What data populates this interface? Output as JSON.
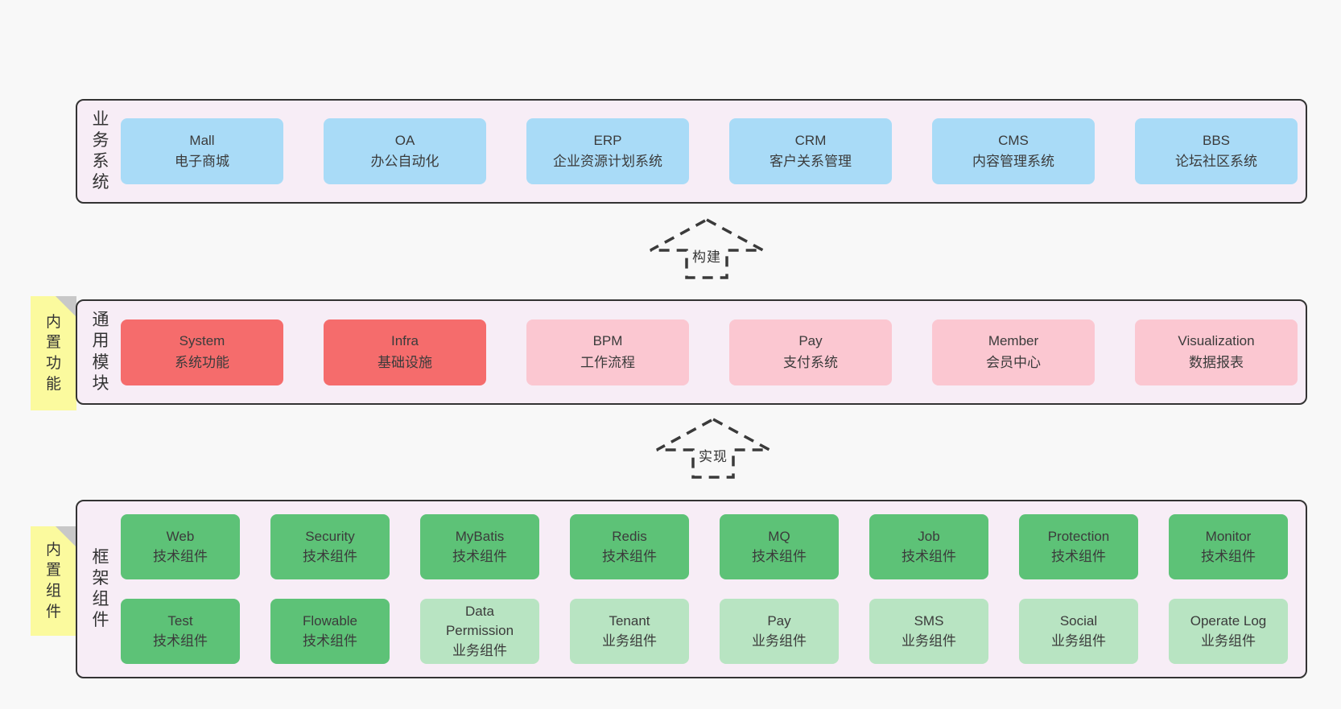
{
  "colors": {
    "page_bg": "#f8f8f8",
    "panel_bg": "#f7edf6",
    "panel_border": "#333333",
    "text_dark": "#3b3b3b",
    "box_blue": "#a9dbf7",
    "box_red": "#f56c6c",
    "box_pink": "#fbc7d1",
    "box_green_dark": "#5dc277",
    "box_green_light": "#b8e4c2",
    "tab_yellow": "#fbfa9e",
    "fold_gray": "#c8c8c8"
  },
  "arrows": [
    {
      "label": "构建"
    },
    {
      "label": "实现"
    }
  ],
  "layers": [
    {
      "label": "业务系统",
      "items": [
        {
          "name": "Mall",
          "desc": "电子商城",
          "variant": "blue"
        },
        {
          "name": "OA",
          "desc": "办公自动化",
          "variant": "blue"
        },
        {
          "name": "ERP",
          "desc": "企业资源计划系统",
          "variant": "blue"
        },
        {
          "name": "CRM",
          "desc": "客户关系管理",
          "variant": "blue"
        },
        {
          "name": "CMS",
          "desc": "内容管理系统",
          "variant": "blue"
        },
        {
          "name": "BBS",
          "desc": "论坛社区系统",
          "variant": "blue"
        }
      ]
    },
    {
      "tab": "内置功能",
      "label": "通用模块",
      "items": [
        {
          "name": "System",
          "desc": "系统功能",
          "variant": "red"
        },
        {
          "name": "Infra",
          "desc": "基础设施",
          "variant": "red"
        },
        {
          "name": "BPM",
          "desc": "工作流程",
          "variant": "pink"
        },
        {
          "name": "Pay",
          "desc": "支付系统",
          "variant": "pink"
        },
        {
          "name": "Member",
          "desc": "会员中心",
          "variant": "pink"
        },
        {
          "name": "Visualization",
          "desc": "数据报表",
          "variant": "pink"
        }
      ]
    },
    {
      "tab": "内置组件",
      "label": "框架组件",
      "rows": [
        [
          {
            "name": "Web",
            "desc": "技术组件",
            "variant": "green-dark"
          },
          {
            "name": "Security",
            "desc": "技术组件",
            "variant": "green-dark"
          },
          {
            "name": "MyBatis",
            "desc": "技术组件",
            "variant": "green-dark"
          },
          {
            "name": "Redis",
            "desc": "技术组件",
            "variant": "green-dark"
          },
          {
            "name": "MQ",
            "desc": "技术组件",
            "variant": "green-dark"
          },
          {
            "name": "Job",
            "desc": "技术组件",
            "variant": "green-dark"
          },
          {
            "name": "Protection",
            "desc": "技术组件",
            "variant": "green-dark"
          },
          {
            "name": "Monitor",
            "desc": "技术组件",
            "variant": "green-dark"
          }
        ],
        [
          {
            "name": "Test",
            "desc": "技术组件",
            "variant": "green-dark"
          },
          {
            "name": "Flowable",
            "desc": "技术组件",
            "variant": "green-dark"
          },
          {
            "name": "Data Permission",
            "desc": "业务组件",
            "variant": "green-light"
          },
          {
            "name": "Tenant",
            "desc": "业务组件",
            "variant": "green-light"
          },
          {
            "name": "Pay",
            "desc": "业务组件",
            "variant": "green-light"
          },
          {
            "name": "SMS",
            "desc": "业务组件",
            "variant": "green-light"
          },
          {
            "name": "Social",
            "desc": "业务组件",
            "variant": "green-light"
          },
          {
            "name": "Operate Log",
            "desc": "业务组件",
            "variant": "green-light"
          }
        ]
      ]
    }
  ]
}
